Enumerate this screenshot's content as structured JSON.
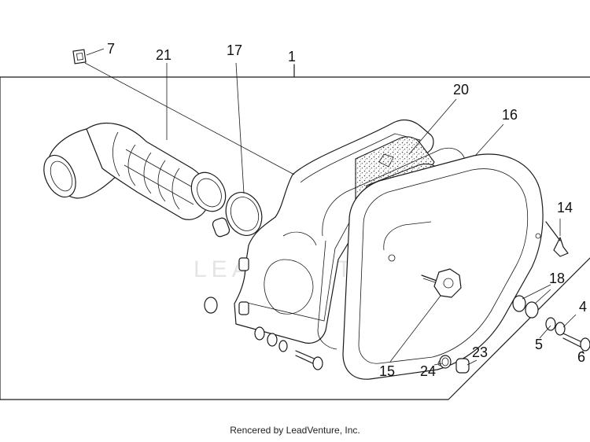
{
  "callouts": {
    "c1": "1",
    "c4": "4",
    "c5": "5",
    "c6": "6",
    "c7": "7",
    "c14": "14",
    "c15": "15",
    "c16": "16",
    "c17": "17",
    "c18": "18",
    "c20": "20",
    "c21": "21",
    "c23": "23",
    "c24": "24"
  },
  "watermark": "LEADVENTURE",
  "footer": "Rencered by LeadVenture, Inc."
}
